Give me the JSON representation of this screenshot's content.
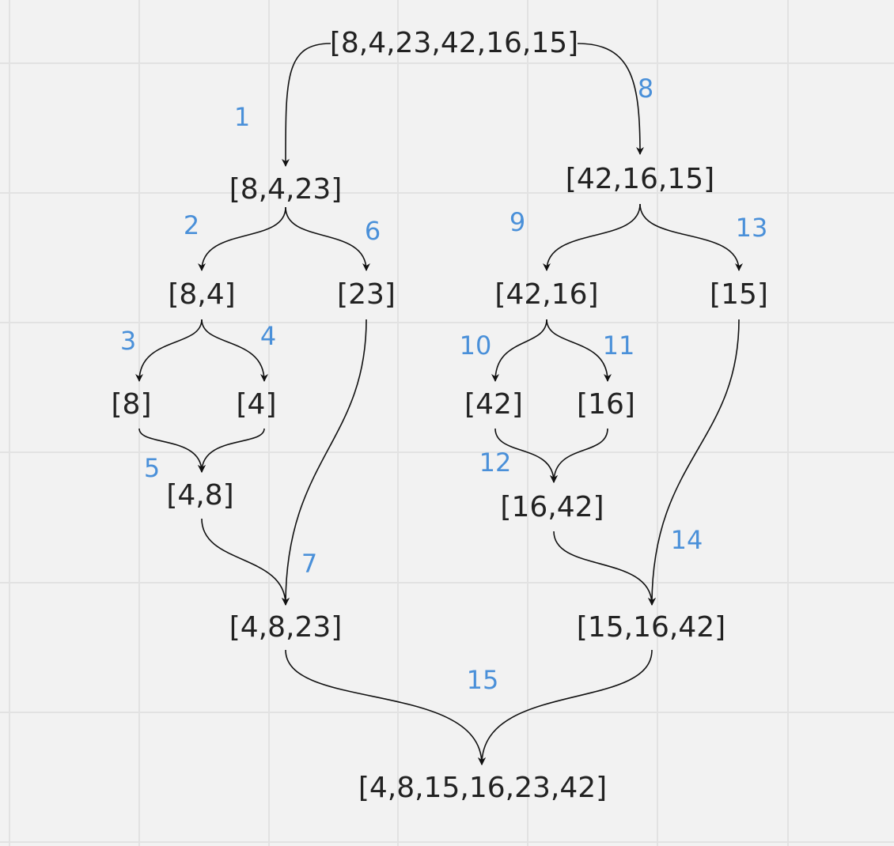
{
  "nodes": {
    "root": "[8,4,23,42,16,15]",
    "left": "[8,4,23]",
    "right": "[42,16,15]",
    "l_pair": "[8,4]",
    "l_23": "[23]",
    "r_pair": "[42,16]",
    "r_15": "[15]",
    "l_8": "[8]",
    "l_4": "[4]",
    "r_42": "[42]",
    "r_16": "[16]",
    "l_merge_48": "[4,8]",
    "r_merge_1642": "[16,42]",
    "l_merge_4823": "[4,8,23]",
    "r_merge_151642": "[15,16,42]",
    "final": "[4,8,15,16,23,42]"
  },
  "steps": [
    "1",
    "2",
    "3",
    "4",
    "5",
    "6",
    "7",
    "8",
    "9",
    "10",
    "11",
    "12",
    "13",
    "14",
    "15"
  ],
  "colors": {
    "background": "#f2f2f2",
    "grid": "#e2e2e2",
    "node_text": "#222222",
    "step_text": "#4a90d9",
    "arrow": "#111111"
  }
}
